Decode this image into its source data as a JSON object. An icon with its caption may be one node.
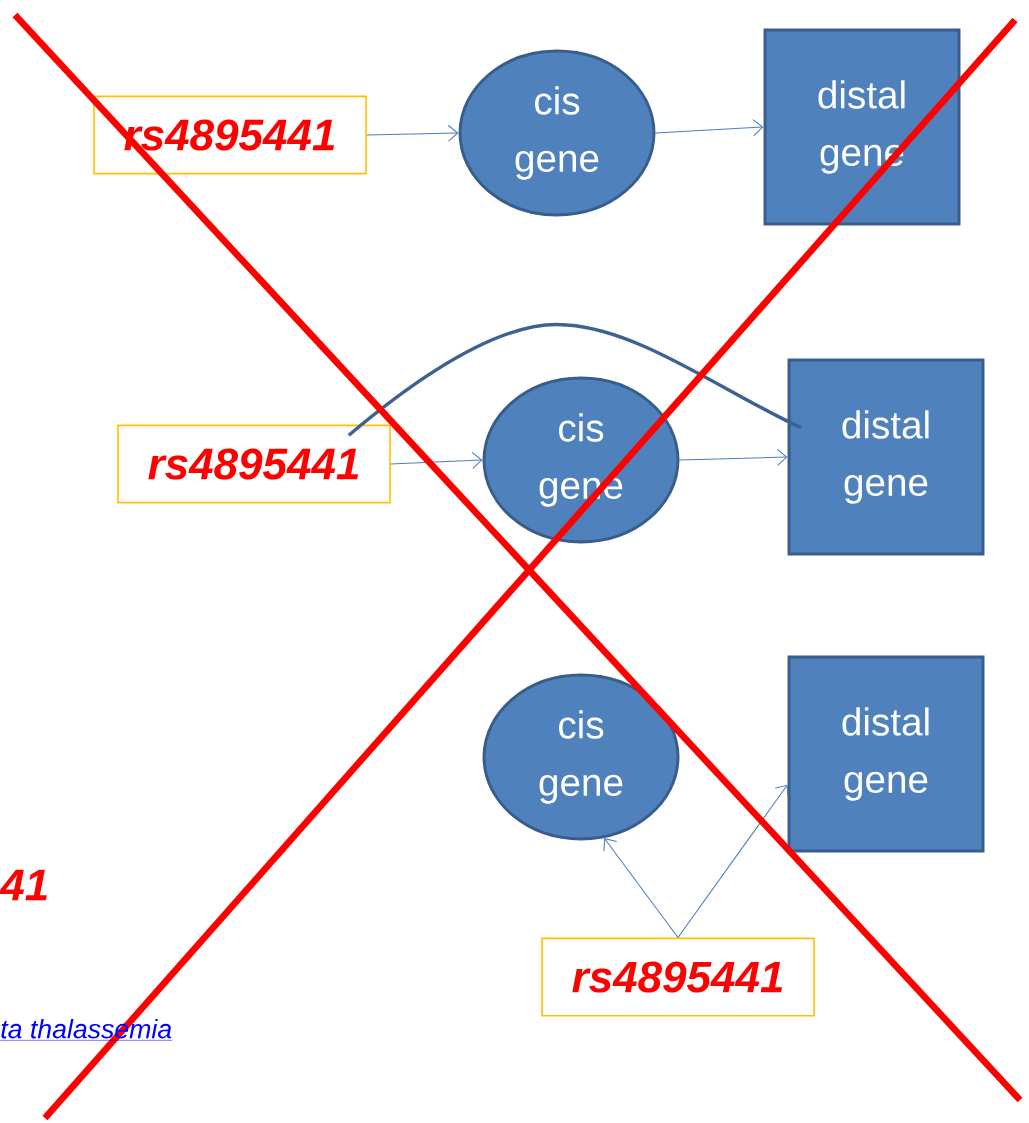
{
  "diagram": {
    "nodes": [
      {
        "text": [
          "rs4895441"
        ]
      },
      {
        "text": [
          "cis gene"
        ]
      },
      {
        "text": [
          "distal gene"
        ]
      },
      {
        "text": [
          "rs4895441"
        ]
      },
      {
        "text": [
          "cis gene"
        ]
      },
      {
        "text": [
          "distal gene"
        ]
      },
      {
        "text": [
          "cis gene"
        ]
      },
      {
        "text": [
          "distal gene"
        ]
      },
      {
        "text": [
          "rs4895441"
        ]
      }
    ],
    "edges": [
      {
        "from": 0,
        "to": 1,
        "arrow": "to"
      },
      {
        "from": 1,
        "to": 2,
        "arrow": "to"
      },
      {
        "from": 3,
        "to": 4,
        "arrow": "to"
      },
      {
        "from": 4,
        "to": 5,
        "arrow": "to"
      },
      {
        "from": 3,
        "to": 5,
        "arrow": "none",
        "style": "thick",
        "color": "#3c6193"
      },
      {
        "from": 8,
        "to": 6,
        "arrow": "to"
      },
      {
        "from": 8,
        "to": 7,
        "arrow": "to"
      }
    ],
    "labels": [
      "41",
      "ta thalassemia"
    ]
  }
}
